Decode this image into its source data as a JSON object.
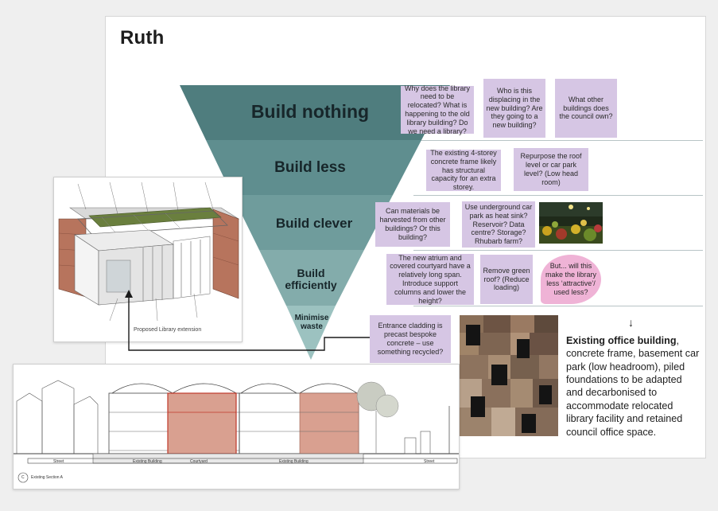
{
  "board": {
    "title": "Ruth"
  },
  "tiers": [
    {
      "label": "Build nothing"
    },
    {
      "label": "Build less"
    },
    {
      "label": "Build clever"
    },
    {
      "label": "Build efficiently"
    },
    {
      "label": "Minimise waste"
    }
  ],
  "notes": {
    "relocated": "Why does the library need to be relocated? What is happening to the old library building? Do we need a library?",
    "displacing": "Who is this displacing in the new building? Are they going to a new building?",
    "other_buildings": "What other buildings does the council own?",
    "frame": "The existing 4-storey concrete frame likely has structural capacity for an extra storey.",
    "roof": "Repurpose the roof level or car park level? (Low head room)",
    "harvested": "Can materials be harvested from other buildings? Or this building?",
    "car_park": "Use underground car park as heat sink? Reservoir? Data centre? Storage? Rhubarb farm?",
    "atrium": "The new atrium and covered courtyard have a relatively long span. Introduce support columns and lower the height?",
    "green_roof": "Remove green roof? (Reduce loading)",
    "attractive": "But... will this make the library less ‘attractive’/ used less?",
    "cladding": "Entrance cladding is precast bespoke concrete – use something recycled?"
  },
  "description": {
    "bold": "Existing office building",
    "rest": ", concrete frame, basement car park (low headroom), piled foundations to be adapted and decarbonised to accommodate relocated library facility and retained council office space."
  },
  "axo": {
    "caption": "Proposed Library extension"
  },
  "section": {
    "labels": [
      "Street",
      "Existing Building",
      "Courtyard",
      "Existing Building",
      "Street"
    ],
    "caption": "Existing Section A",
    "marker": "C"
  },
  "colors": {
    "teal_dark": "#4f7d7e",
    "teal_mid": "#78a6a6",
    "teal_light": "#9cc2c0",
    "note": "#d6c6e4",
    "note_pink": "#efb3d6"
  }
}
